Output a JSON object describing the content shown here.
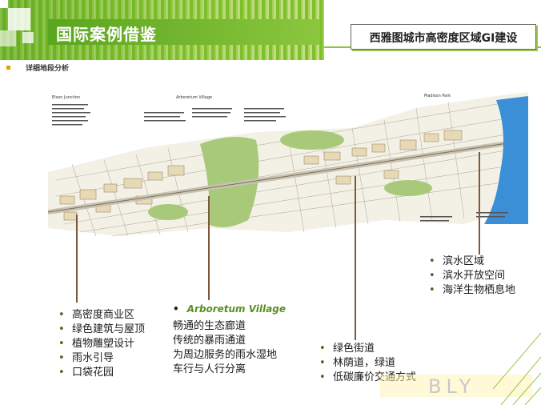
{
  "header": {
    "title": "国际案例借鉴",
    "case_title": "西雅图城市高密度区域GI建设",
    "subtitle": "详细地段分析"
  },
  "map_labels": {
    "left_district": "Elson Junction",
    "arboretum": "Arboretum Village",
    "madison_park": "Madison Park"
  },
  "annotations": {
    "dense_commercial": {
      "items": [
        "高密度商业区",
        "绿色建筑与屋顶",
        "植物雕塑设计",
        "雨水引导",
        "口袋花园"
      ]
    },
    "arboretum": {
      "heading": "Arboretum Village",
      "lines": [
        "畅通的生态廊道",
        "传统的暴雨通道",
        "为周边服务的雨水湿地",
        "车行与人行分离"
      ]
    },
    "green_street": {
      "items": [
        "绿色街道",
        "林荫道，绿道",
        "低碳廉价交通方式"
      ]
    },
    "waterfront": {
      "items": [
        "滨水区域",
        "滨水开放空间",
        "海洋生物栖息地"
      ]
    }
  },
  "colors": {
    "green_dark": "#5aa51e",
    "green_light": "#8cc63f",
    "water": "#3a8fd6",
    "leader": "#7a5a3a"
  },
  "logo_text": "BLY"
}
